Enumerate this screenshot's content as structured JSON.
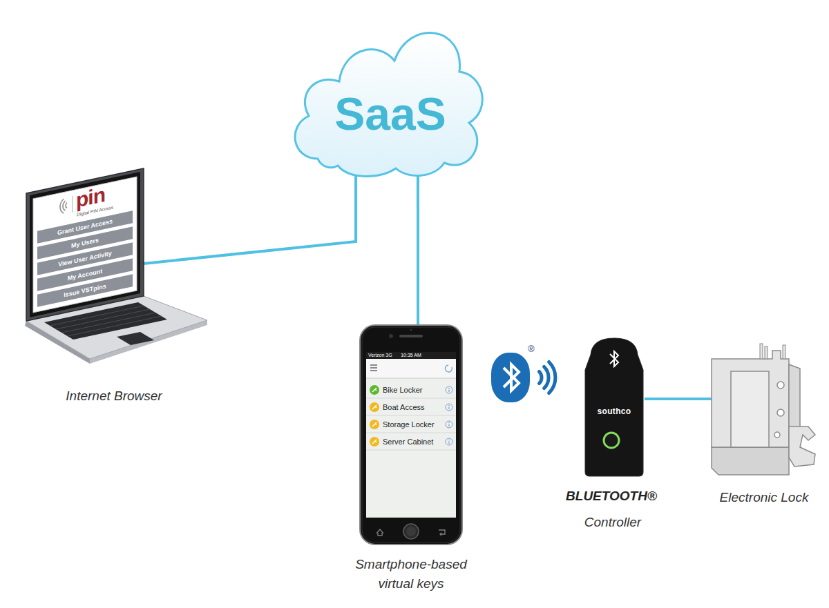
{
  "diagram": {
    "nodes": [
      {
        "text": [
          "SaaS"
        ]
      },
      {
        "text": [
          "Internet Browser"
        ]
      },
      {
        "text": [
          "pin",
          "Digital PIN Access",
          "Grant User Access",
          "My Users",
          "View User Activity",
          "My Account",
          "Issue VSTpins"
        ],
        "in": 1
      },
      {
        "text": [
          "Smartphone-based virtual keys"
        ]
      },
      {
        "text": [
          "Verizon 3G",
          "10:35 AM",
          "Bike Locker",
          "Boat Access",
          "Storage Locker",
          "Server Cabinet"
        ],
        "in": 3
      },
      {
        "text": [
          "southco",
          "BLUETOOTH®",
          "Controller"
        ]
      },
      {
        "text": [
          "Electronic Lock"
        ]
      }
    ],
    "edges": [
      {
        "from": 1,
        "to": 0,
        "arrow": "none"
      },
      {
        "from": 3,
        "to": 0,
        "arrow": "none"
      },
      {
        "from": 5,
        "to": 6,
        "arrow": "none"
      }
    ],
    "labels": [
      "®"
    ]
  }
}
